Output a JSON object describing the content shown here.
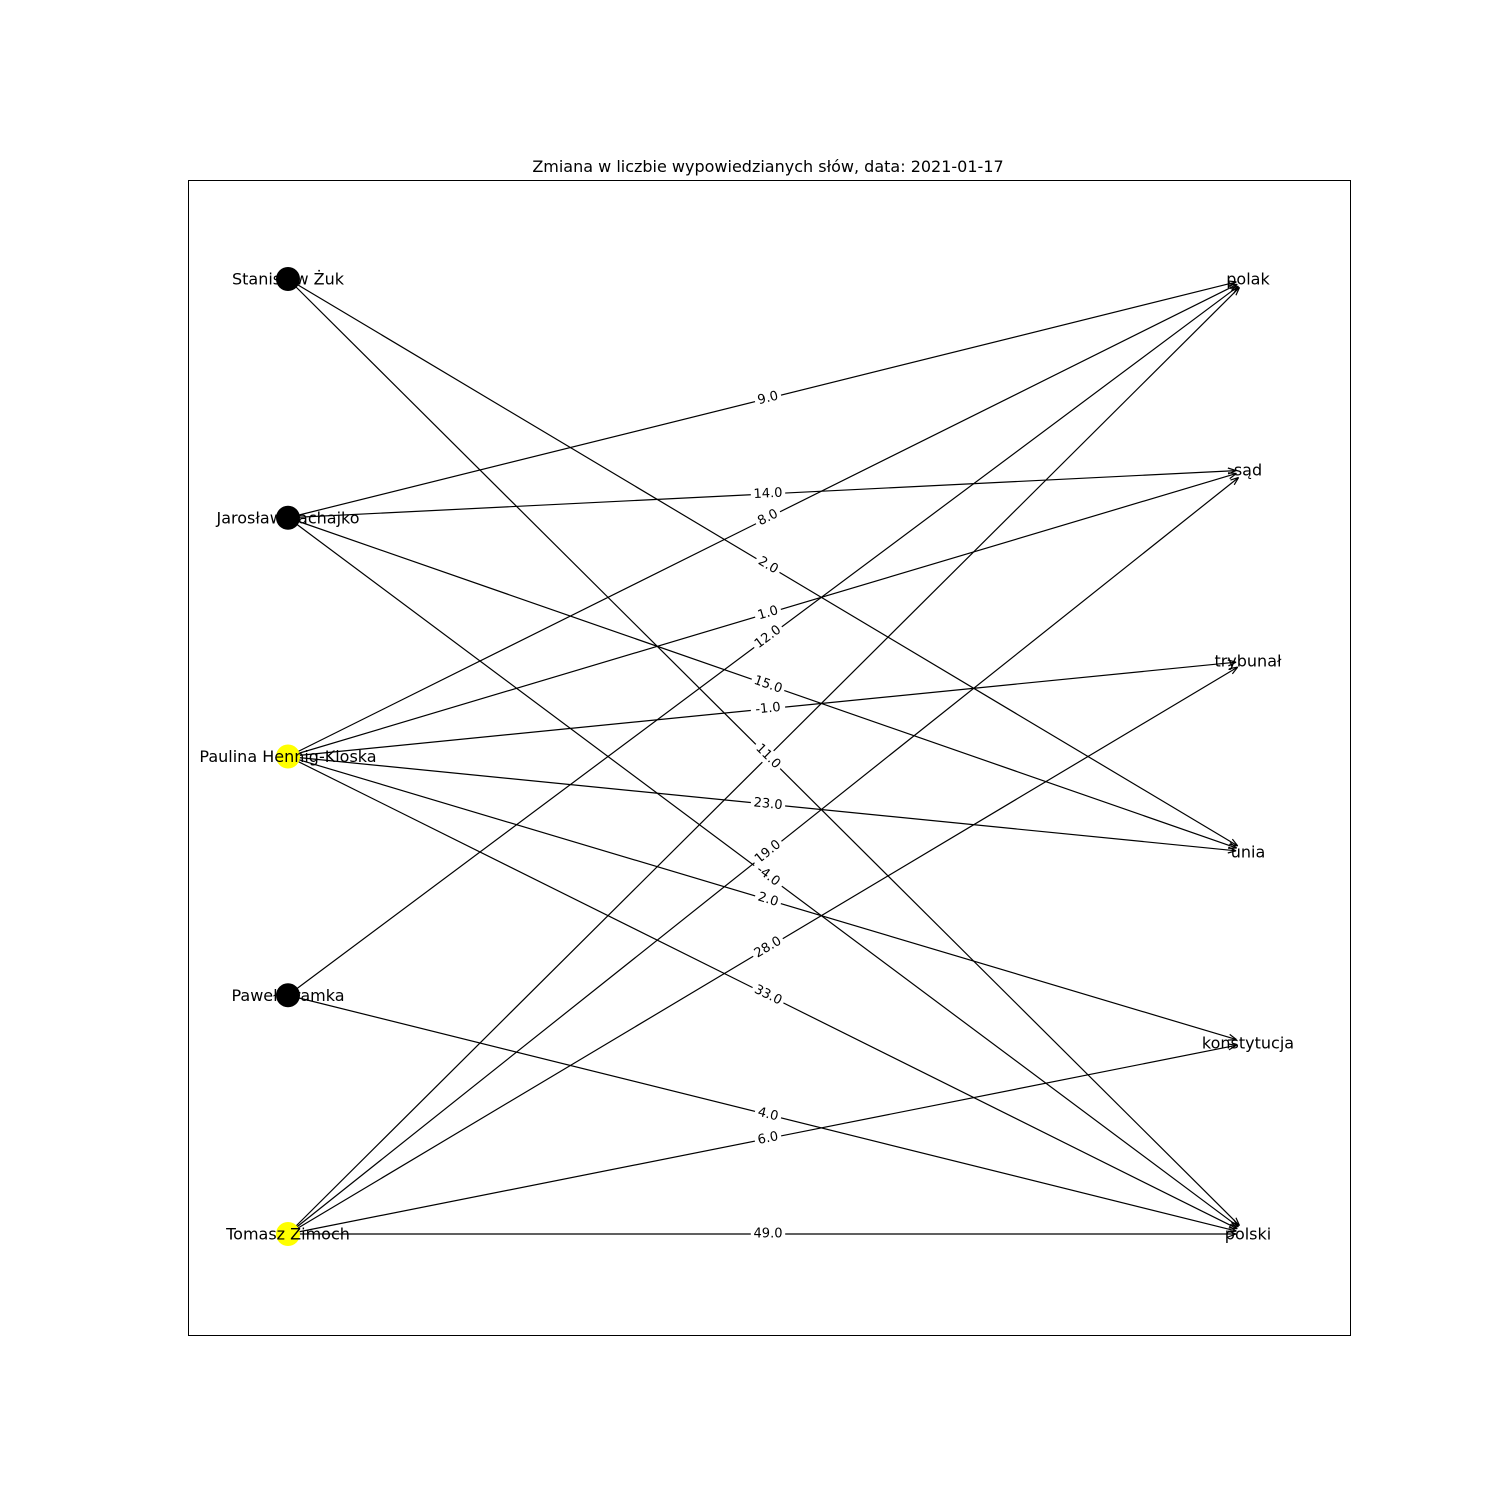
{
  "title": "Zmiana w liczbie wypowiedzianych słów, data: 2021-01-17",
  "colors": {
    "highlight": "#ffff00",
    "default": "#000000",
    "edge": "#000000",
    "label_bg": "#ffffff"
  },
  "people": [
    {
      "id": "zuk",
      "label": "Stanisław Żuk",
      "color": "#000000"
    },
    {
      "id": "tachajko",
      "label": "Jarosław Sachajko",
      "color": "#000000"
    },
    {
      "id": "kloska",
      "label": "Paulina Hennig-Kloska",
      "color": "#ffff00"
    },
    {
      "id": "bramka",
      "label": "Paweł Bramka",
      "color": "#000000"
    },
    {
      "id": "zimoch",
      "label": "Tomasz Zimoch",
      "color": "#ffff00"
    }
  ],
  "words": [
    {
      "id": "polak",
      "label": "polak"
    },
    {
      "id": "sad",
      "label": "sąd"
    },
    {
      "id": "trybunal",
      "label": "trybunał"
    },
    {
      "id": "unia",
      "label": "unia"
    },
    {
      "id": "konstytucja",
      "label": "konstytucja"
    },
    {
      "id": "polski",
      "label": "polski"
    }
  ],
  "edges": [
    {
      "from": "tachajko",
      "to": "polak",
      "label": "9.0"
    },
    {
      "from": "tachajko",
      "to": "sad",
      "label": "14.0"
    },
    {
      "from": "kloska",
      "to": "polak",
      "label": "8.0"
    },
    {
      "from": "zuk",
      "to": "unia",
      "label": "2.0"
    },
    {
      "from": "kloska",
      "to": "sad",
      "label": "1.0"
    },
    {
      "from": "bramka",
      "to": "polak",
      "label": "12.0"
    },
    {
      "from": "tachajko",
      "to": "unia",
      "label": "15.0"
    },
    {
      "from": "kloska",
      "to": "trybunal",
      "label": "-1.0"
    },
    {
      "from": "zuk",
      "to": "polski",
      "label": "11.0"
    },
    {
      "from": "kloska",
      "to": "unia",
      "label": "23.0"
    },
    {
      "from": "zimoch",
      "to": "sad",
      "label": "19.0"
    },
    {
      "from": "tachajko",
      "to": "polski",
      "label": "-4.0"
    },
    {
      "from": "kloska",
      "to": "konstytucja",
      "label": "2.0"
    },
    {
      "from": "zimoch",
      "to": "trybunal",
      "label": "28.0"
    },
    {
      "from": "kloska",
      "to": "polski",
      "label": "33.0"
    },
    {
      "from": "bramka",
      "to": "polski",
      "label": "4.0"
    },
    {
      "from": "zimoch",
      "to": "konstytucja",
      "label": "6.0"
    },
    {
      "from": "zimoch",
      "to": "polski",
      "label": "49.0"
    },
    {
      "from": "zimoch",
      "to": "polak",
      "label": ""
    }
  ]
}
